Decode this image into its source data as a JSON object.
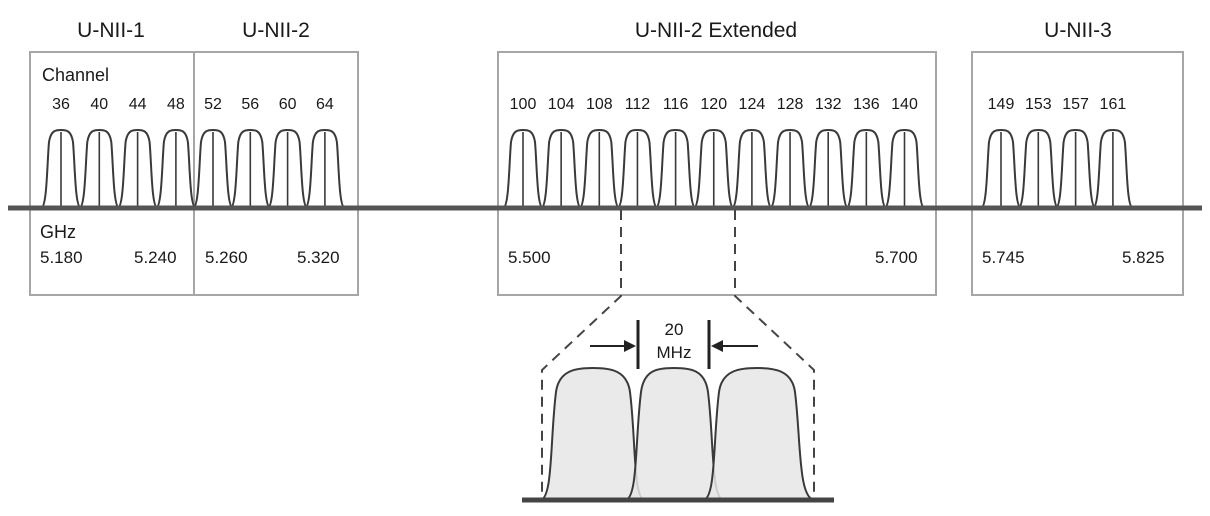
{
  "bands": [
    {
      "name": "U-NII-1",
      "channels": [
        "36",
        "40",
        "44",
        "48"
      ],
      "freq_start": "5.180",
      "freq_end": "5.240"
    },
    {
      "name": "U-NII-2",
      "channels": [
        "52",
        "56",
        "60",
        "64"
      ],
      "freq_start": "5.260",
      "freq_end": "5.320"
    },
    {
      "name": "U-NII-2 Extended",
      "channels": [
        "100",
        "104",
        "108",
        "112",
        "116",
        "120",
        "124",
        "128",
        "132",
        "136",
        "140"
      ],
      "freq_start": "5.500",
      "freq_end": "5.700"
    },
    {
      "name": "U-NII-3",
      "channels": [
        "149",
        "153",
        "157",
        "161"
      ],
      "freq_start": "5.745",
      "freq_end": "5.825"
    }
  ],
  "labels": {
    "channel_heading": "Channel",
    "frequency_heading": "GHz"
  },
  "zoom": {
    "width_value": "20",
    "width_unit": "MHz"
  },
  "colors": {
    "box_border": "#a6a6a6",
    "axis": "#555555",
    "curve": "#3a3a3a",
    "zoom_fill": "#e6e6e6"
  }
}
